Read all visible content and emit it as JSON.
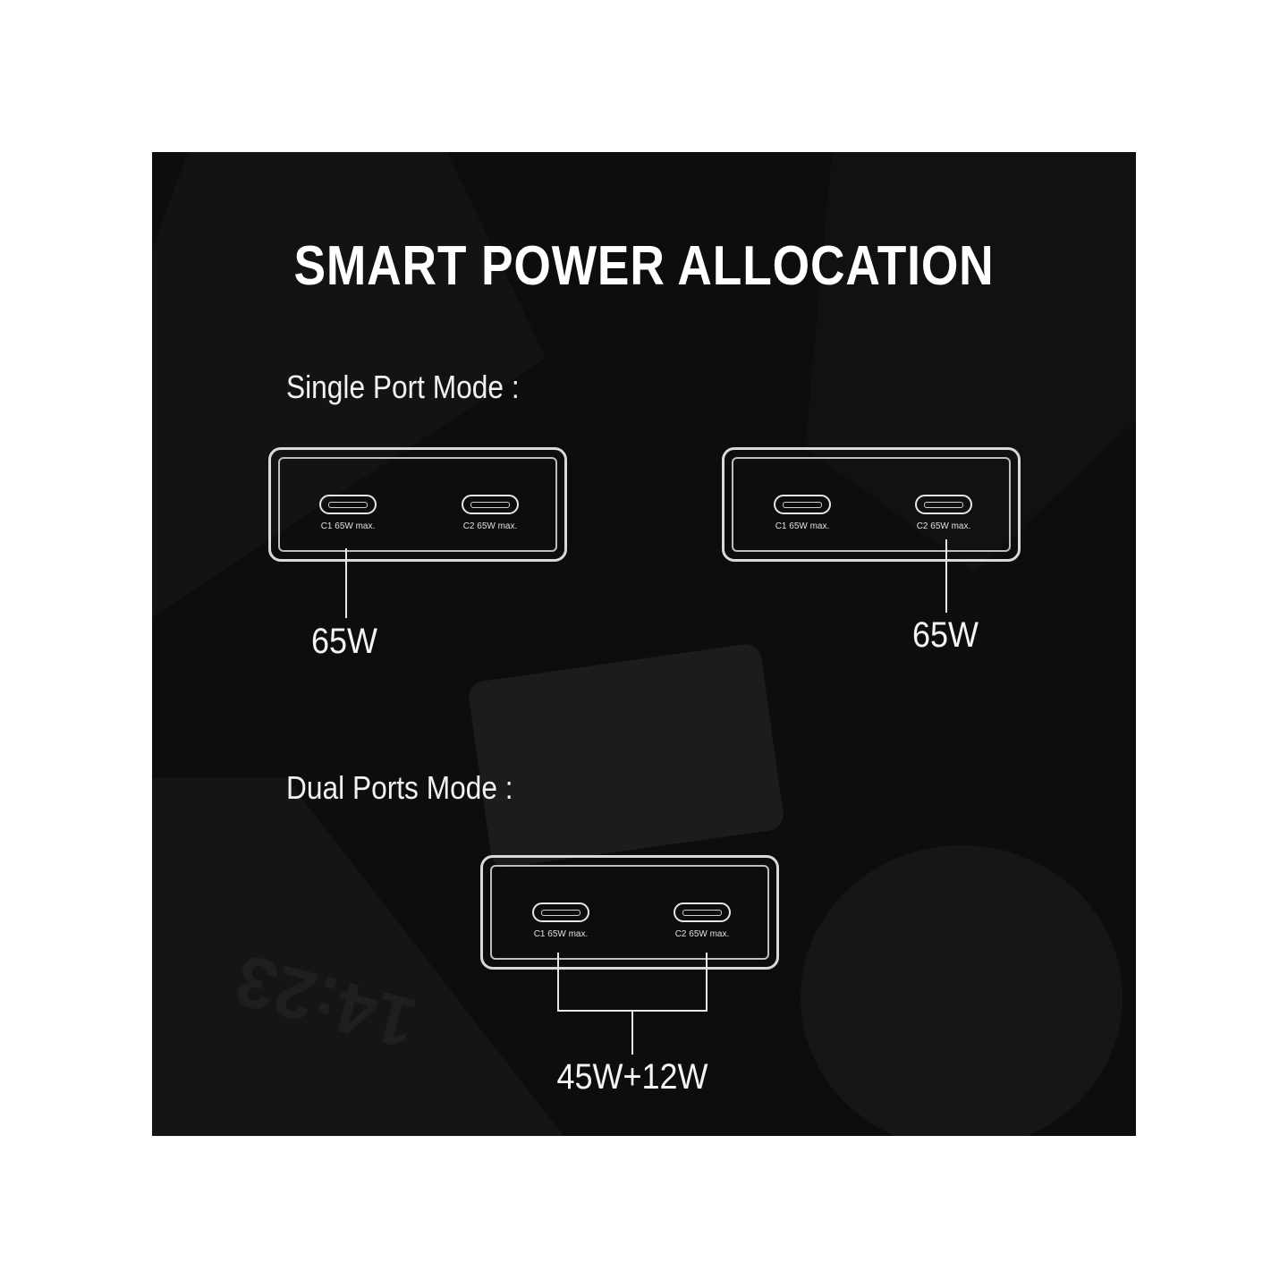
{
  "title": "SMART POWER ALLOCATION",
  "single_mode": {
    "label": "Single Port Mode :",
    "left": {
      "port1_label": "C1 65W max.",
      "port2_label": "C2 65W max.",
      "output": "65W"
    },
    "right": {
      "port1_label": "C1 65W max.",
      "port2_label": "C2 65W max.",
      "output": "65W"
    }
  },
  "dual_mode": {
    "label": "Dual Ports Mode :",
    "port1_label": "C1 65W max.",
    "port2_label": "C2 65W max.",
    "output": "45W+12W"
  },
  "colors": {
    "panel_bg": "#0e0d0c",
    "foreground": "#ffffff"
  }
}
